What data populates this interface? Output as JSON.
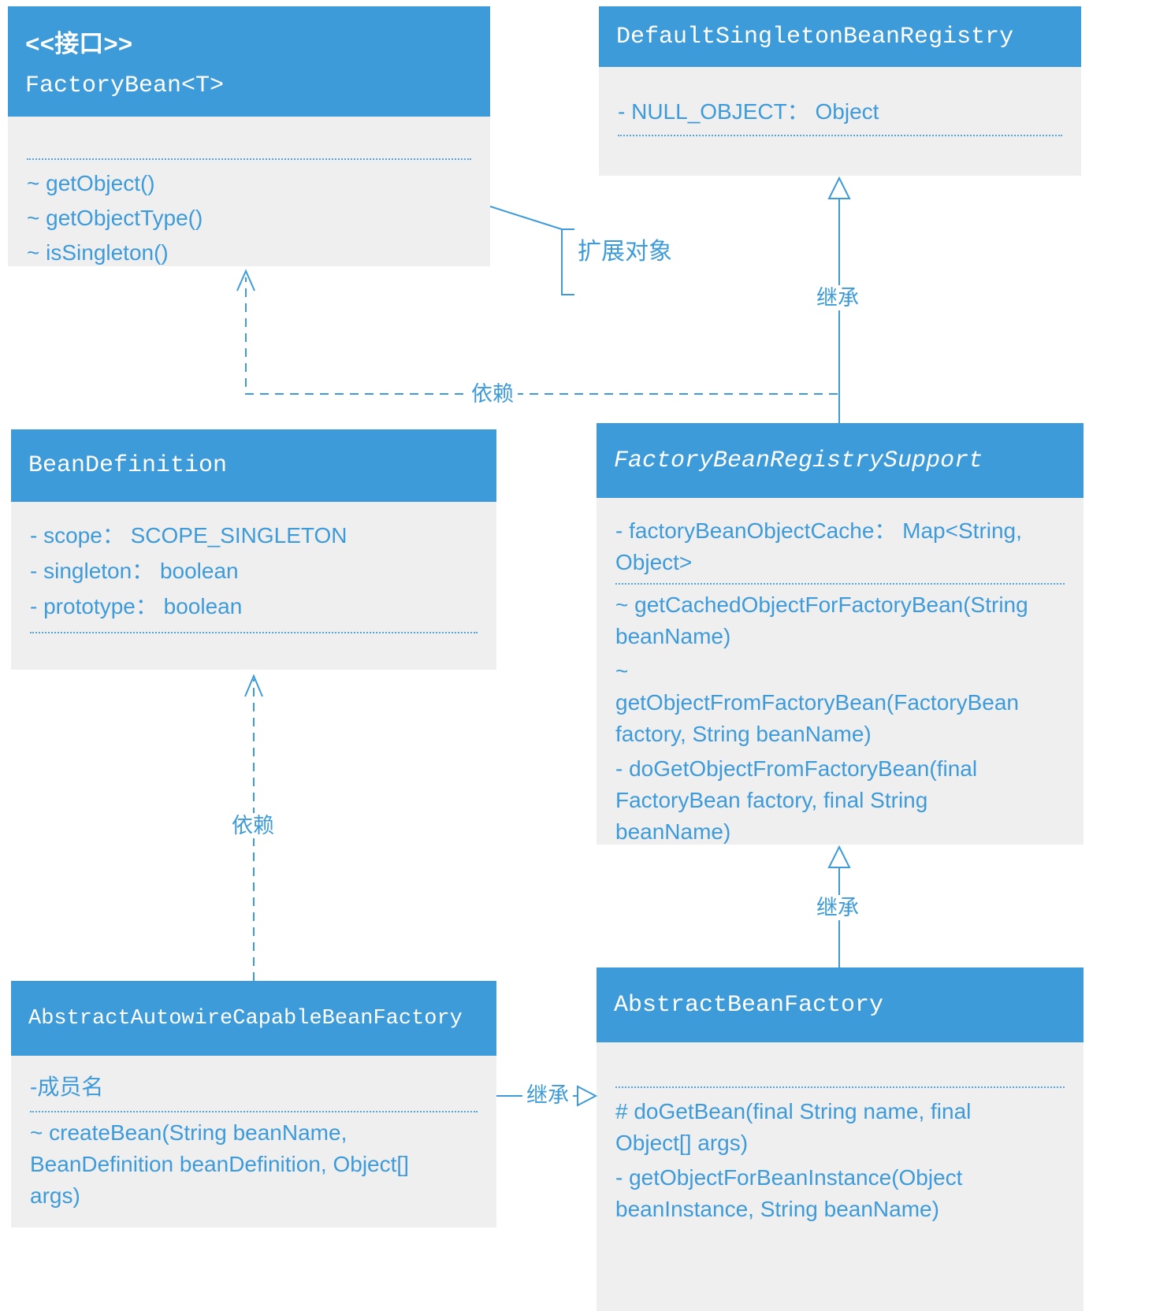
{
  "colors": {
    "header_bg": "#3E9BD9",
    "body_bg": "#EFEFEF",
    "line_blue": "#3E9BD9",
    "header_text": "#FFFFFF"
  },
  "classes": {
    "factoryBean": {
      "stereotype": "<<接口>>",
      "name": "FactoryBean<T>",
      "methods": [
        "~ getObject()",
        "~ getObjectType()",
        "~ isSingleton()"
      ]
    },
    "defaultSingletonBeanRegistry": {
      "name": "DefaultSingletonBeanRegistry",
      "fields": [
        "- NULL_OBJECT： Object"
      ]
    },
    "beanDefinition": {
      "name": "BeanDefinition",
      "fields": [
        "- scope： SCOPE_SINGLETON",
        "- singleton： boolean",
        "- prototype： boolean"
      ]
    },
    "factoryBeanRegistrySupport": {
      "name": "FactoryBeanRegistrySupport",
      "fields": [
        "- factoryBeanObjectCache： Map<String,\nObject>"
      ],
      "methods": [
        "~ getCachedObjectForFactoryBean(String\nbeanName)",
        "~\ngetObjectFromFactoryBean(FactoryBean\nfactory, String beanName)",
        "- doGetObjectFromFactoryBean(final\nFactoryBean factory, final String\nbeanName)"
      ]
    },
    "abstractAutowireCapableBeanFactory": {
      "name": "AbstractAutowireCapableBeanFactory",
      "fields": [
        "-成员名"
      ],
      "methods": [
        "~ createBean(String beanName,\nBeanDefinition beanDefinition, Object[]\nargs)"
      ]
    },
    "abstractBeanFactory": {
      "name": "AbstractBeanFactory",
      "methods": [
        "# doGetBean(final String name, final\nObject[] args)",
        "- getObjectForBeanInstance(Object\nbeanInstance, String beanName)"
      ]
    }
  },
  "labels": {
    "extendObject": "扩展对象",
    "inheritTop": "继承",
    "dependMiddle": "依赖",
    "dependLeft": "依赖",
    "inheritRight": "继承",
    "inheritBottom": "继承"
  }
}
